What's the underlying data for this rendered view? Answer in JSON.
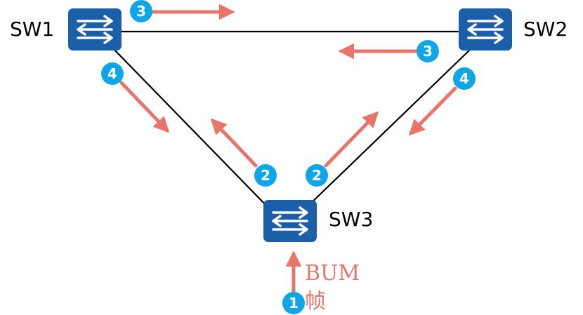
{
  "switches": [
    {
      "id": "sw1",
      "label": "SW1"
    },
    {
      "id": "sw2",
      "label": "SW2"
    },
    {
      "id": "sw3",
      "label": "SW3"
    }
  ],
  "frame_label": {
    "line1": "BUM",
    "line2": "帧"
  },
  "step_badges": [
    "1",
    "2",
    "2",
    "3",
    "3",
    "4",
    "4"
  ],
  "colors": {
    "switch_fill": "#1a5fa8",
    "switch_icon": "#ffffff",
    "link": "#000000",
    "arrow": "#e8746a",
    "badge": "#0ea5e9",
    "text_accent": "#e8746a"
  },
  "icons": {
    "switch": "switch-icon",
    "step": "step-number-icon"
  }
}
